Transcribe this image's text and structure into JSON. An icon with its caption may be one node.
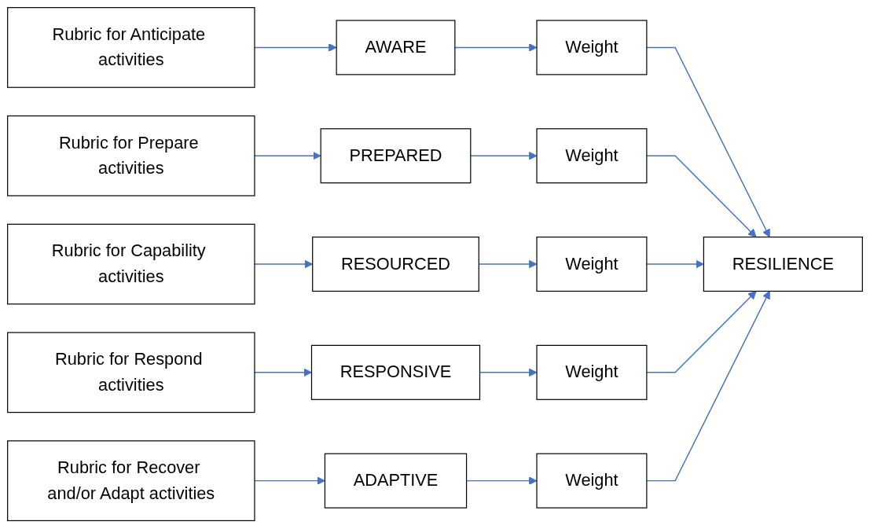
{
  "diagram": {
    "nodes": [
      {
        "text": [
          "Rubric for Anticipate activities"
        ]
      },
      {
        "text": [
          "AWARE"
        ]
      },
      {
        "text": [
          "Weight"
        ]
      },
      {
        "text": [
          "Rubric for Prepare activities"
        ]
      },
      {
        "text": [
          "PREPARED"
        ]
      },
      {
        "text": [
          "Weight"
        ]
      },
      {
        "text": [
          "Rubric for Capability activities"
        ]
      },
      {
        "text": [
          "RESOURCED"
        ]
      },
      {
        "text": [
          "Weight"
        ]
      },
      {
        "text": [
          "RESILIENCE"
        ]
      },
      {
        "text": [
          "Rubric for Respond activities"
        ]
      },
      {
        "text": [
          "RESPONSIVE"
        ]
      },
      {
        "text": [
          "Weight"
        ]
      },
      {
        "text": [
          "Rubric for Recover and/or Adapt activities"
        ]
      },
      {
        "text": [
          "ADAPTIVE"
        ]
      },
      {
        "text": [
          "Weight"
        ]
      }
    ],
    "edges": [
      {
        "from": 0,
        "to": 1,
        "arrow": "to"
      },
      {
        "from": 1,
        "to": 2,
        "arrow": "to"
      },
      {
        "from": 3,
        "to": 4,
        "arrow": "to"
      },
      {
        "from": 4,
        "to": 5,
        "arrow": "to"
      },
      {
        "from": 6,
        "to": 7,
        "arrow": "to"
      },
      {
        "from": 7,
        "to": 8,
        "arrow": "to"
      },
      {
        "from": 10,
        "to": 11,
        "arrow": "to"
      },
      {
        "from": 11,
        "to": 12,
        "arrow": "to"
      },
      {
        "from": 13,
        "to": 14,
        "arrow": "to"
      },
      {
        "from": 14,
        "to": 15,
        "arrow": "to"
      },
      {
        "from": 2,
        "to": 9,
        "arrow": "to"
      },
      {
        "from": 5,
        "to": 9,
        "arrow": "to"
      },
      {
        "from": 8,
        "to": 9,
        "arrow": "to"
      },
      {
        "from": 12,
        "to": 9,
        "arrow": "to"
      },
      {
        "from": 15,
        "to": 9,
        "arrow": "to"
      }
    ]
  }
}
